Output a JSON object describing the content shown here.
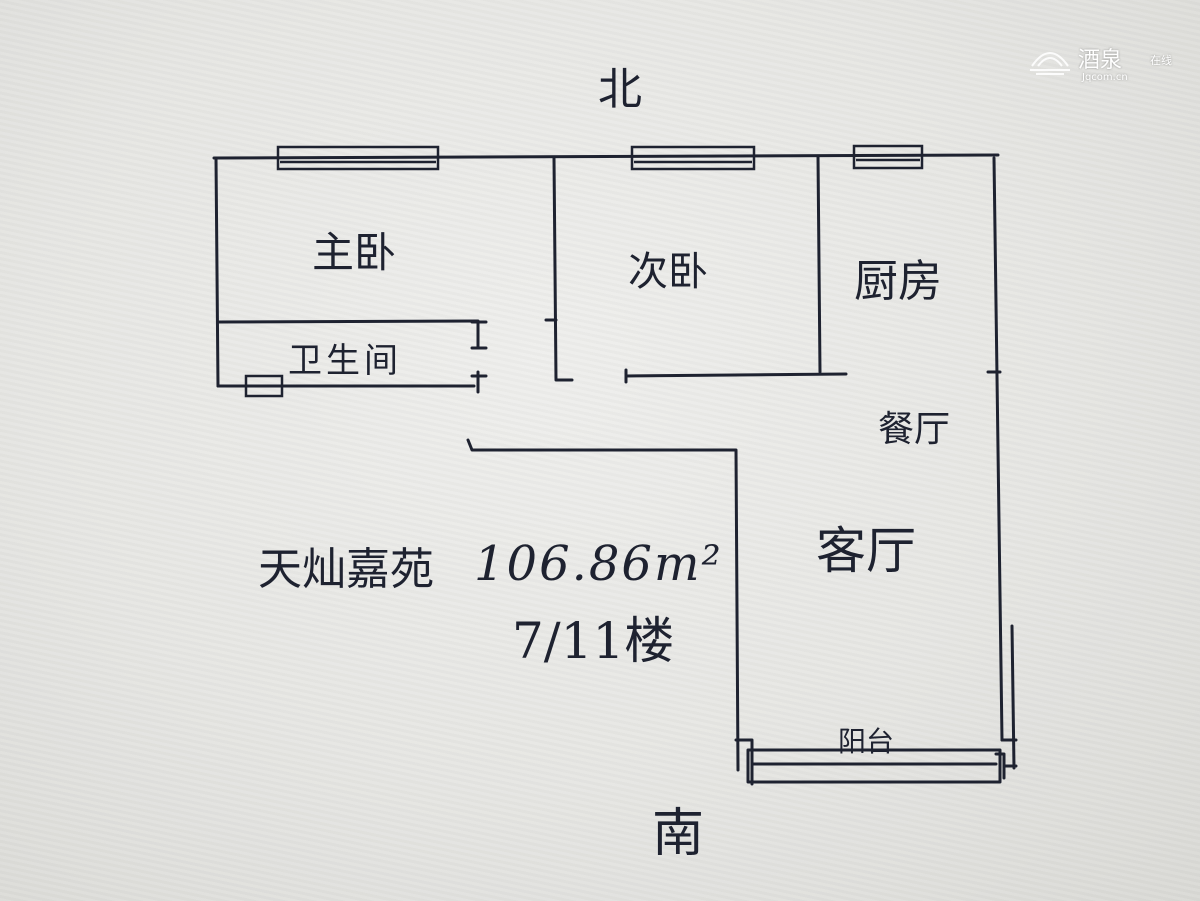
{
  "orientation": {
    "north": "北",
    "south": "南"
  },
  "rooms": {
    "master_bedroom": "主卧",
    "second_bedroom": "次卧",
    "kitchen": "厨房",
    "bathroom": "卫生间",
    "dining_room": "餐厅",
    "living_room": "客厅",
    "balcony": "阳台"
  },
  "property": {
    "complex_name": "天灿嘉苑",
    "area": "106.86m²",
    "floor": "7/11楼"
  },
  "watermark": {
    "name": "酒泉",
    "tag": "在线",
    "url": "Jqcom.cn"
  },
  "colors": {
    "ink": "#1e2230",
    "paper": "#e8e8e5"
  }
}
